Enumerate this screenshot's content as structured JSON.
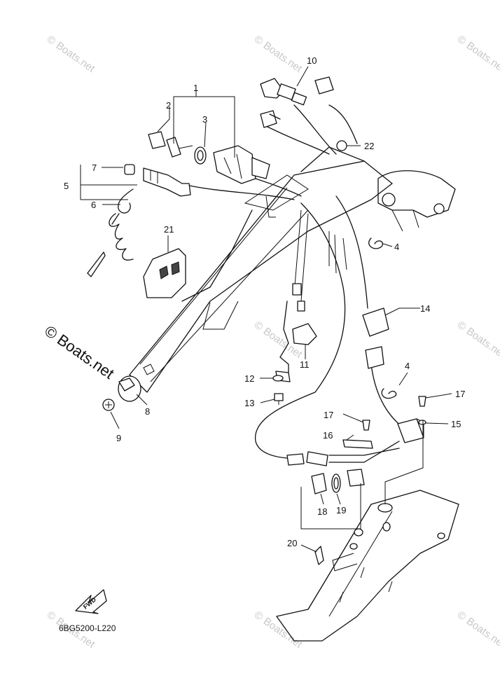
{
  "callouts": {
    "c1": "1",
    "c2": "2",
    "c3": "3",
    "c4a": "4",
    "c4b": "4",
    "c5": "5",
    "c6": "6",
    "c7": "7",
    "c8": "8",
    "c9": "9",
    "c10": "10",
    "c11": "11",
    "c12": "12",
    "c13": "13",
    "c14": "14",
    "c15": "15",
    "c16": "16",
    "c17a": "17",
    "c17b": "17",
    "c18": "18",
    "c19": "19",
    "c20": "20",
    "c21": "21",
    "c22": "22"
  },
  "watermark": {
    "small": "Boats.net",
    "main": "Boats.net"
  },
  "copyright_symbol": "©",
  "fwd_label": "FWD",
  "diagram_code": "6BG5200-L220"
}
